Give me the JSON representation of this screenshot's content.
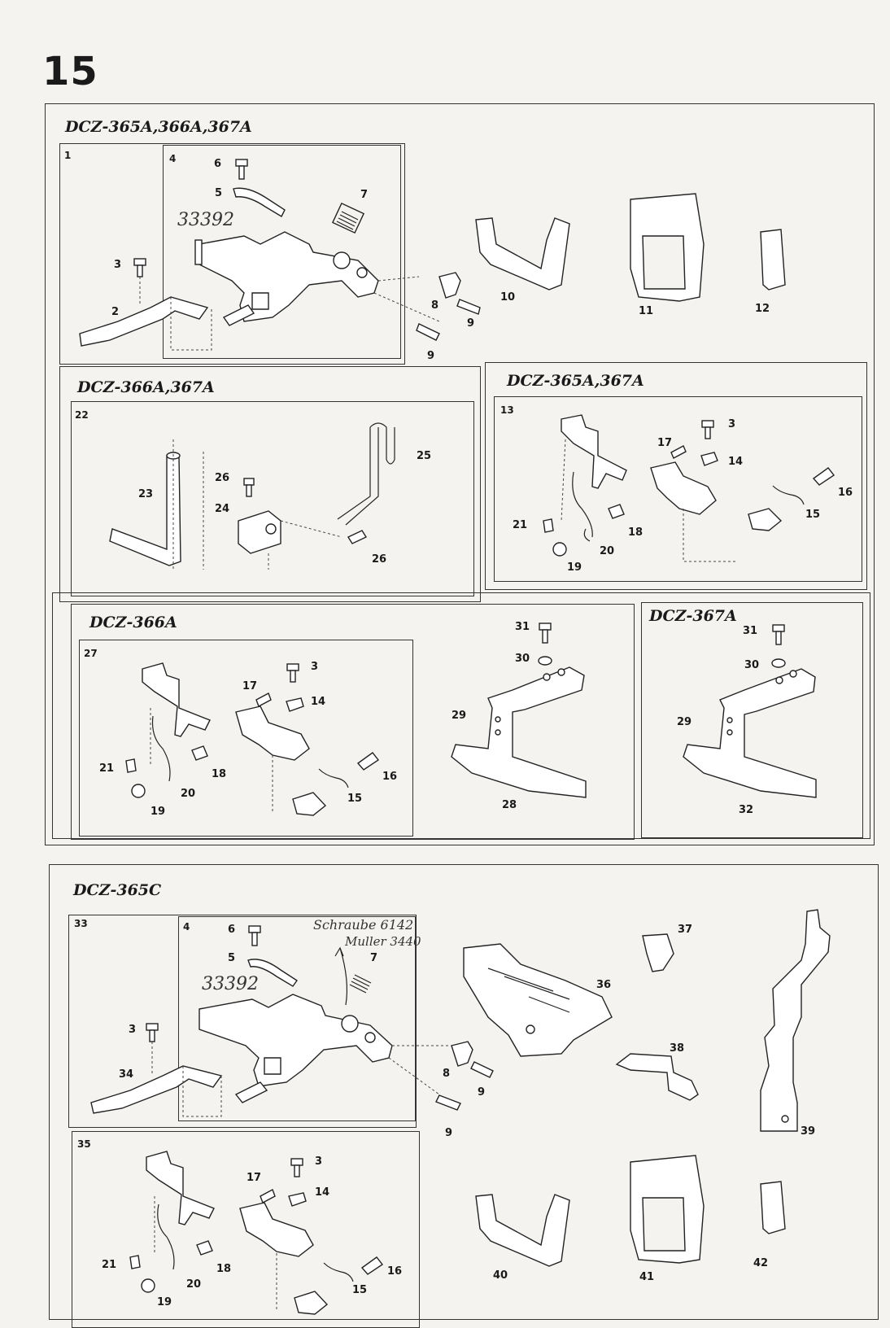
{
  "page_number": "15",
  "sections": {
    "a": {
      "title": "DCZ-365A,366A,367A"
    },
    "b": {
      "title": "DCZ-366A,367A"
    },
    "c": {
      "title": "DCZ-365A,367A"
    },
    "d": {
      "title": "DCZ-366A"
    },
    "e": {
      "title": "DCZ-367A"
    },
    "f": {
      "title": "DCZ-365C"
    }
  },
  "groups": [
    "1",
    "4",
    "22",
    "13",
    "27",
    "33",
    "4",
    "35"
  ],
  "callouts_a": [
    "6",
    "5",
    "7",
    "3",
    "2",
    "8",
    "9",
    "9",
    "10",
    "11",
    "12"
  ],
  "callouts_b": [
    "23",
    "26",
    "24",
    "26",
    "25"
  ],
  "callouts_c": [
    "17",
    "3",
    "14",
    "16",
    "15",
    "21",
    "18",
    "20",
    "19"
  ],
  "callouts_d": [
    "3",
    "17",
    "14",
    "21",
    "18",
    "20",
    "19",
    "16",
    "15",
    "31",
    "30",
    "29",
    "28"
  ],
  "callouts_e": [
    "31",
    "30",
    "29",
    "32"
  ],
  "callouts_f": [
    "6",
    "5",
    "7",
    "3",
    "34",
    "8",
    "9",
    "9",
    "37",
    "36",
    "38",
    "39",
    "3",
    "17",
    "14",
    "21",
    "18",
    "20",
    "16",
    "19",
    "15",
    "40",
    "41",
    "42"
  ],
  "handwritten": {
    "ref_a": "33392",
    "ref_f": "33392",
    "note_line1": "Schraube 6142",
    "note_line2": "Muller 3440"
  }
}
